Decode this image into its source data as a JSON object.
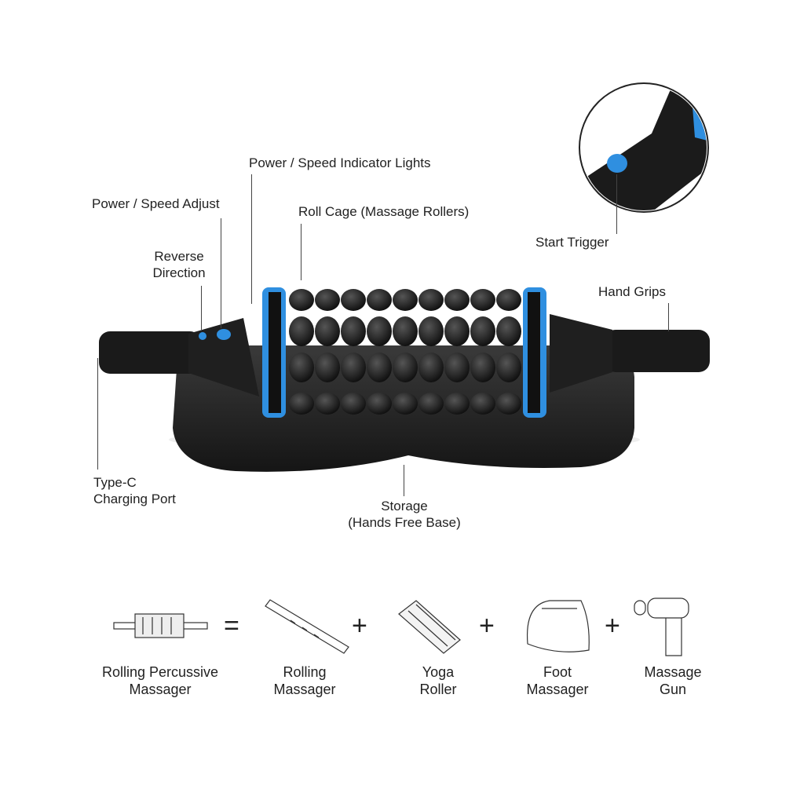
{
  "callouts": {
    "indicator_lights": "Power / Speed Indicator Lights",
    "speed_adjust": "Power / Speed Adjust",
    "reverse_1": "Reverse",
    "reverse_2": "Direction",
    "roll_cage": "Roll Cage (Massage Rollers)",
    "start_trigger": "Start Trigger",
    "hand_grips": "Hand Grips",
    "charging_1": "Type-C",
    "charging_2": "Charging Port",
    "storage_1": "Storage",
    "storage_2": "(Hands Free Base)"
  },
  "equation": {
    "items": [
      {
        "line1": "Rolling Percussive",
        "line2": "Massager"
      },
      {
        "line1": "Rolling",
        "line2": "Massager"
      },
      {
        "line1": "Yoga",
        "line2": "Roller"
      },
      {
        "line1": "Foot",
        "line2": "Massager"
      },
      {
        "line1": "Massage",
        "line2": "Gun"
      }
    ],
    "equals": "=",
    "plus": "+"
  },
  "colors": {
    "accent": "#2f8fe0",
    "body": "#1c1c1c"
  }
}
